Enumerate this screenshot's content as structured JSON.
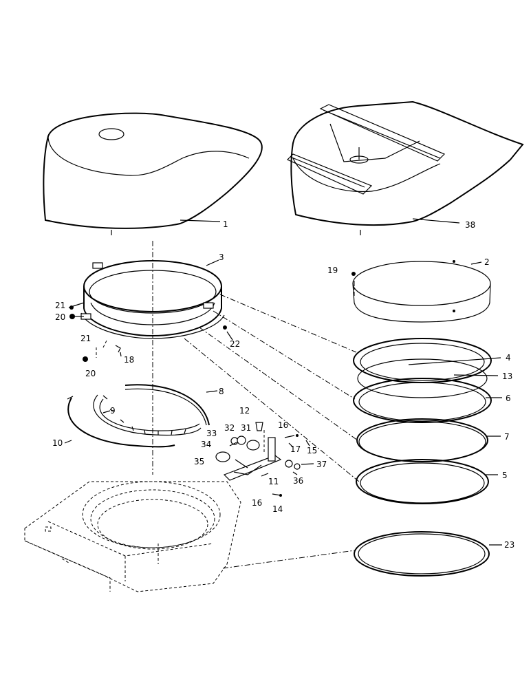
{
  "callouts": [
    "1",
    "38",
    "3",
    "2",
    "19",
    "21",
    "20",
    "22",
    "21",
    "18",
    "20",
    "4",
    "13",
    "6",
    "7",
    "5",
    "8",
    "9",
    "10",
    "12",
    "16",
    "33",
    "32",
    "31",
    "17",
    "15",
    "34",
    "35",
    "11",
    "37",
    "36",
    "16",
    "14",
    "23"
  ]
}
